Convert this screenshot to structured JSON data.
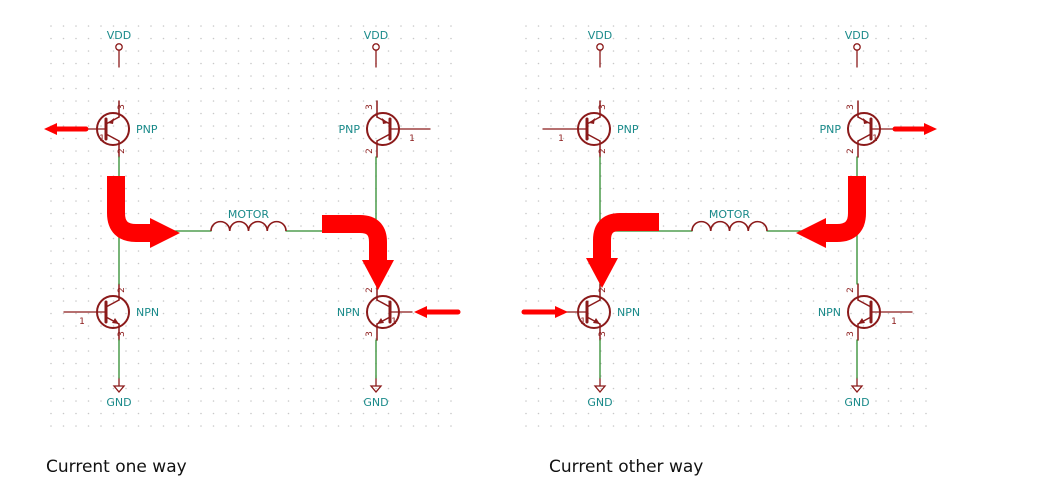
{
  "captions": {
    "left": "Current one way",
    "right": "Current other way"
  },
  "labels": {
    "vdd": "VDD",
    "gnd": "GND",
    "pnp": "PNP",
    "npn": "NPN",
    "motor": "MOTOR",
    "pin1": "1",
    "pin2": "2",
    "pin3": "3"
  },
  "colors": {
    "wire": "#2e8b2e",
    "component": "#8b1a1a",
    "netlabel": "#1a8a8a",
    "arrow": "#ff0000",
    "grid_dot": "#c8c8c8"
  }
}
